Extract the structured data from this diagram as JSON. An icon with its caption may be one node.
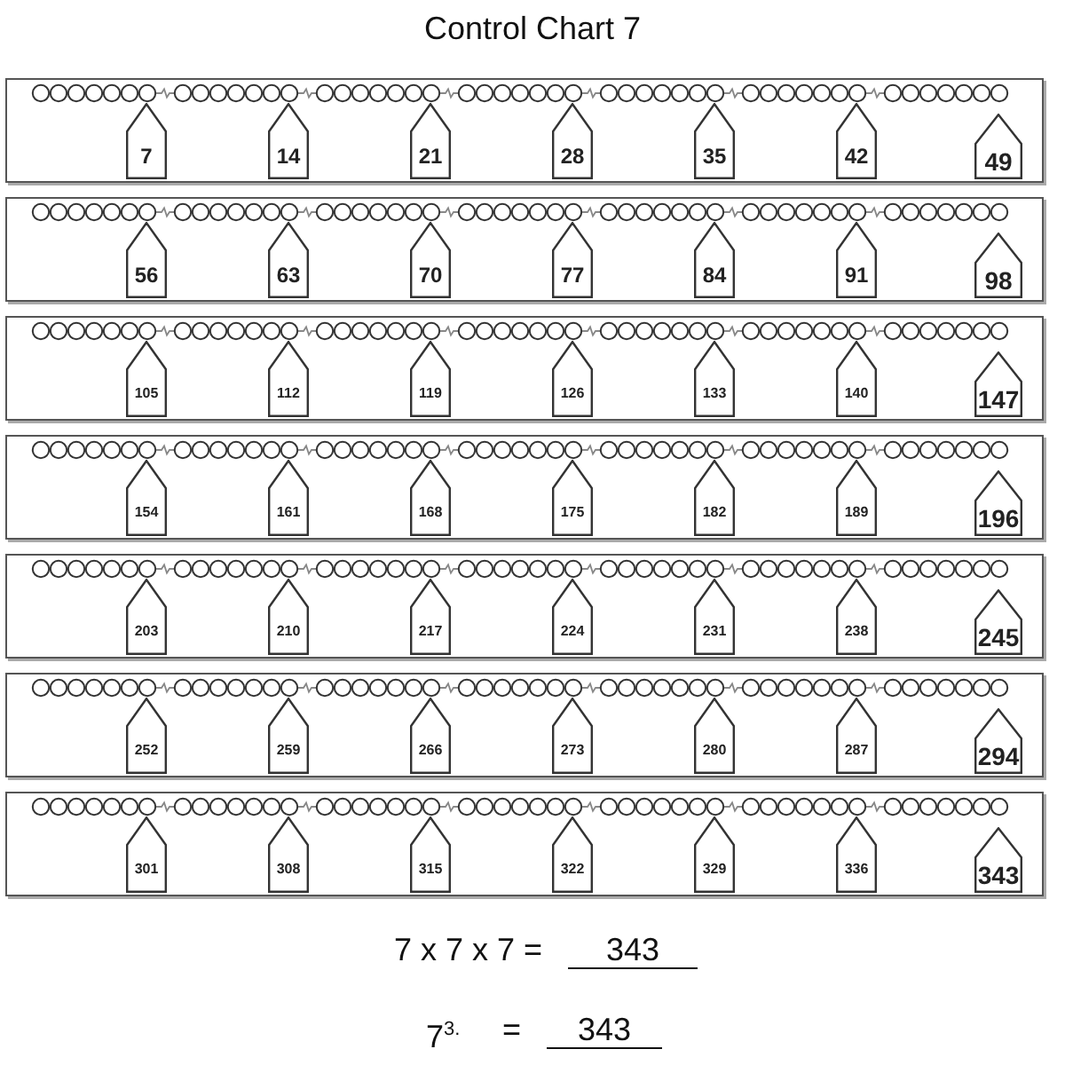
{
  "diagram": {
    "title": "Control Chart 7",
    "nodes": [
      {
        "text": [],
        "shape": "box"
      },
      {
        "text": [
          "7"
        ],
        "in": 0
      },
      {
        "text": [
          "14"
        ],
        "in": 0
      },
      {
        "text": [
          "21"
        ],
        "in": 0
      },
      {
        "text": [
          "28"
        ],
        "in": 0
      },
      {
        "text": [
          "35"
        ],
        "in": 0
      },
      {
        "text": [
          "42"
        ],
        "in": 0
      },
      {
        "text": [
          "49"
        ],
        "in": 0
      },
      {
        "text": [],
        "shape": "box"
      },
      {
        "text": [
          "56"
        ],
        "in": 8
      },
      {
        "text": [
          "63"
        ],
        "in": 8
      },
      {
        "text": [
          "70"
        ],
        "in": 8
      },
      {
        "text": [
          "77"
        ],
        "in": 8
      },
      {
        "text": [
          "84"
        ],
        "in": 8
      },
      {
        "text": [
          "91"
        ],
        "in": 8
      },
      {
        "text": [
          "98"
        ],
        "in": 8
      },
      {
        "text": [],
        "shape": "box"
      },
      {
        "text": [
          "105"
        ],
        "in": 16
      },
      {
        "text": [
          "112"
        ],
        "in": 16
      },
      {
        "text": [
          "119"
        ],
        "in": 16
      },
      {
        "text": [
          "126"
        ],
        "in": 16
      },
      {
        "text": [
          "133"
        ],
        "in": 16
      },
      {
        "text": [
          "140"
        ],
        "in": 16
      },
      {
        "text": [
          "147"
        ],
        "in": 16
      },
      {
        "text": [],
        "shape": "box"
      },
      {
        "text": [
          "154"
        ],
        "in": 24
      },
      {
        "text": [
          "161"
        ],
        "in": 24
      },
      {
        "text": [
          "168"
        ],
        "in": 24
      },
      {
        "text": [
          "175"
        ],
        "in": 24
      },
      {
        "text": [
          "182"
        ],
        "in": 24
      },
      {
        "text": [
          "189"
        ],
        "in": 24
      },
      {
        "text": [
          "196"
        ],
        "in": 24
      },
      {
        "text": [],
        "shape": "box"
      },
      {
        "text": [
          "203"
        ],
        "in": 32
      },
      {
        "text": [
          "210"
        ],
        "in": 32
      },
      {
        "text": [
          "217"
        ],
        "in": 32
      },
      {
        "text": [
          "224"
        ],
        "in": 32
      },
      {
        "text": [
          "231"
        ],
        "in": 32
      },
      {
        "text": [
          "238"
        ],
        "in": 32
      },
      {
        "text": [
          "245"
        ],
        "in": 32
      },
      {
        "text": [],
        "shape": "box"
      },
      {
        "text": [
          "252"
        ],
        "in": 40
      },
      {
        "text": [
          "259"
        ],
        "in": 40
      },
      {
        "text": [
          "266"
        ],
        "in": 40
      },
      {
        "text": [
          "273"
        ],
        "in": 40
      },
      {
        "text": [
          "280"
        ],
        "in": 40
      },
      {
        "text": [
          "287"
        ],
        "in": 40
      },
      {
        "text": [
          "294"
        ],
        "in": 40
      },
      {
        "text": [],
        "shape": "box"
      },
      {
        "text": [
          "301"
        ],
        "in": 48
      },
      {
        "text": [
          "308"
        ],
        "in": 48
      },
      {
        "text": [
          "315"
        ],
        "in": 48
      },
      {
        "text": [
          "322"
        ],
        "in": 48
      },
      {
        "text": [
          "329"
        ],
        "in": 48
      },
      {
        "text": [
          "336"
        ],
        "in": 48
      },
      {
        "text": [
          "343"
        ],
        "in": 48
      }
    ],
    "labels": [
      "7 x 7 x 7 =",
      "343",
      "7$^{3.}$",
      "=",
      "343"
    ]
  }
}
